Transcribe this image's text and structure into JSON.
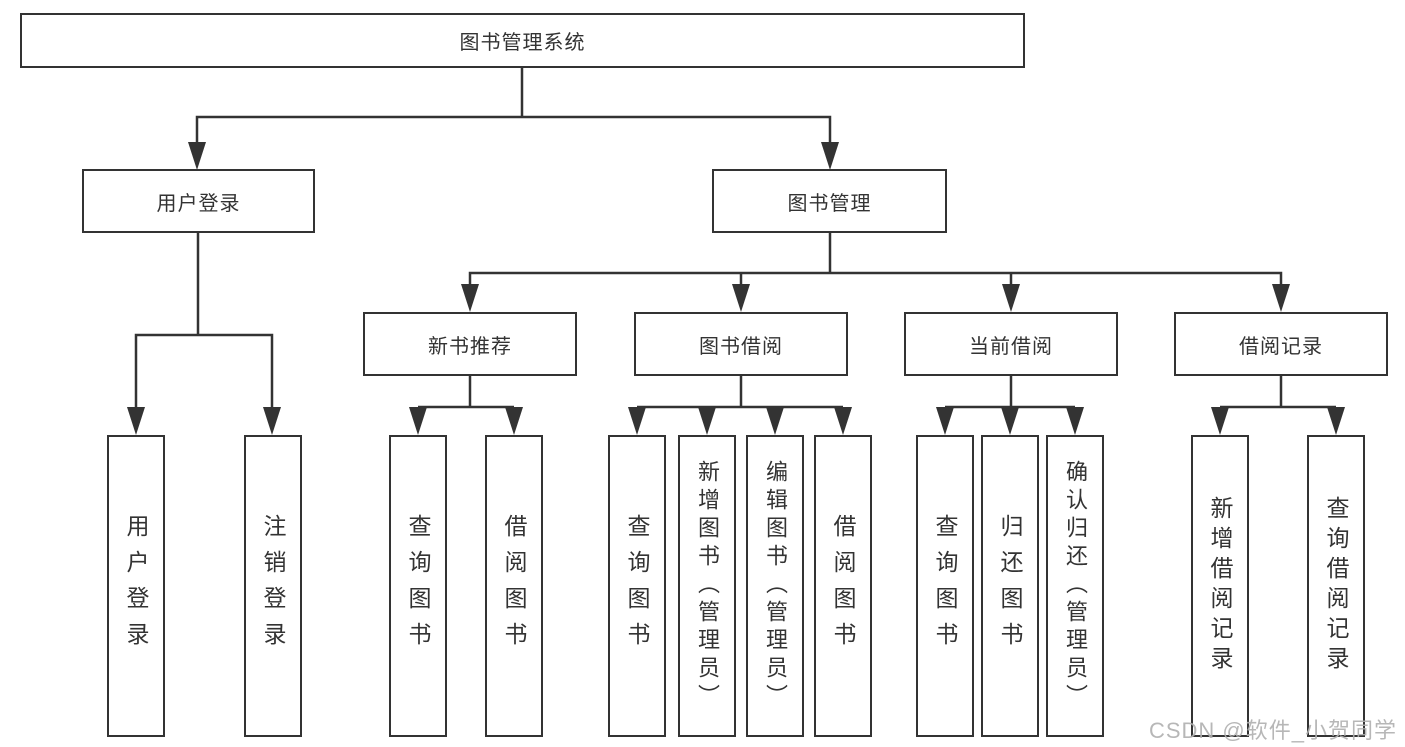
{
  "diagram_type": "functional-structure-tree",
  "colors": {
    "background": "#ffffff",
    "box_fill": "#ffffff",
    "box_border": "#333333",
    "connector": "#333333",
    "text": "#333333",
    "watermark_text": "#b0b0b0"
  },
  "watermark": {
    "text": "CSDN @软件_小贺同学"
  },
  "tree": {
    "root": {
      "label": "图书管理系统"
    },
    "branches": [
      {
        "label": "用户登录",
        "children": [
          {
            "label": "用户登录"
          },
          {
            "label": "注销登录"
          }
        ]
      },
      {
        "label": "图书管理",
        "children": [
          {
            "label": "新书推荐",
            "children": [
              {
                "label": "查询图书"
              },
              {
                "label": "借阅图书"
              }
            ]
          },
          {
            "label": "图书借阅",
            "children": [
              {
                "label": "查询图书"
              },
              {
                "label": "新增图书（管理员）"
              },
              {
                "label": "编辑图书（管理员）"
              },
              {
                "label": "借阅图书"
              }
            ]
          },
          {
            "label": "当前借阅",
            "children": [
              {
                "label": "查询图书"
              },
              {
                "label": "归还图书"
              },
              {
                "label": "确认归还（管理员）"
              }
            ]
          },
          {
            "label": "借阅记录",
            "children": [
              {
                "label": "新增借阅记录"
              },
              {
                "label": "查询借阅记录"
              }
            ]
          }
        ]
      }
    ]
  }
}
